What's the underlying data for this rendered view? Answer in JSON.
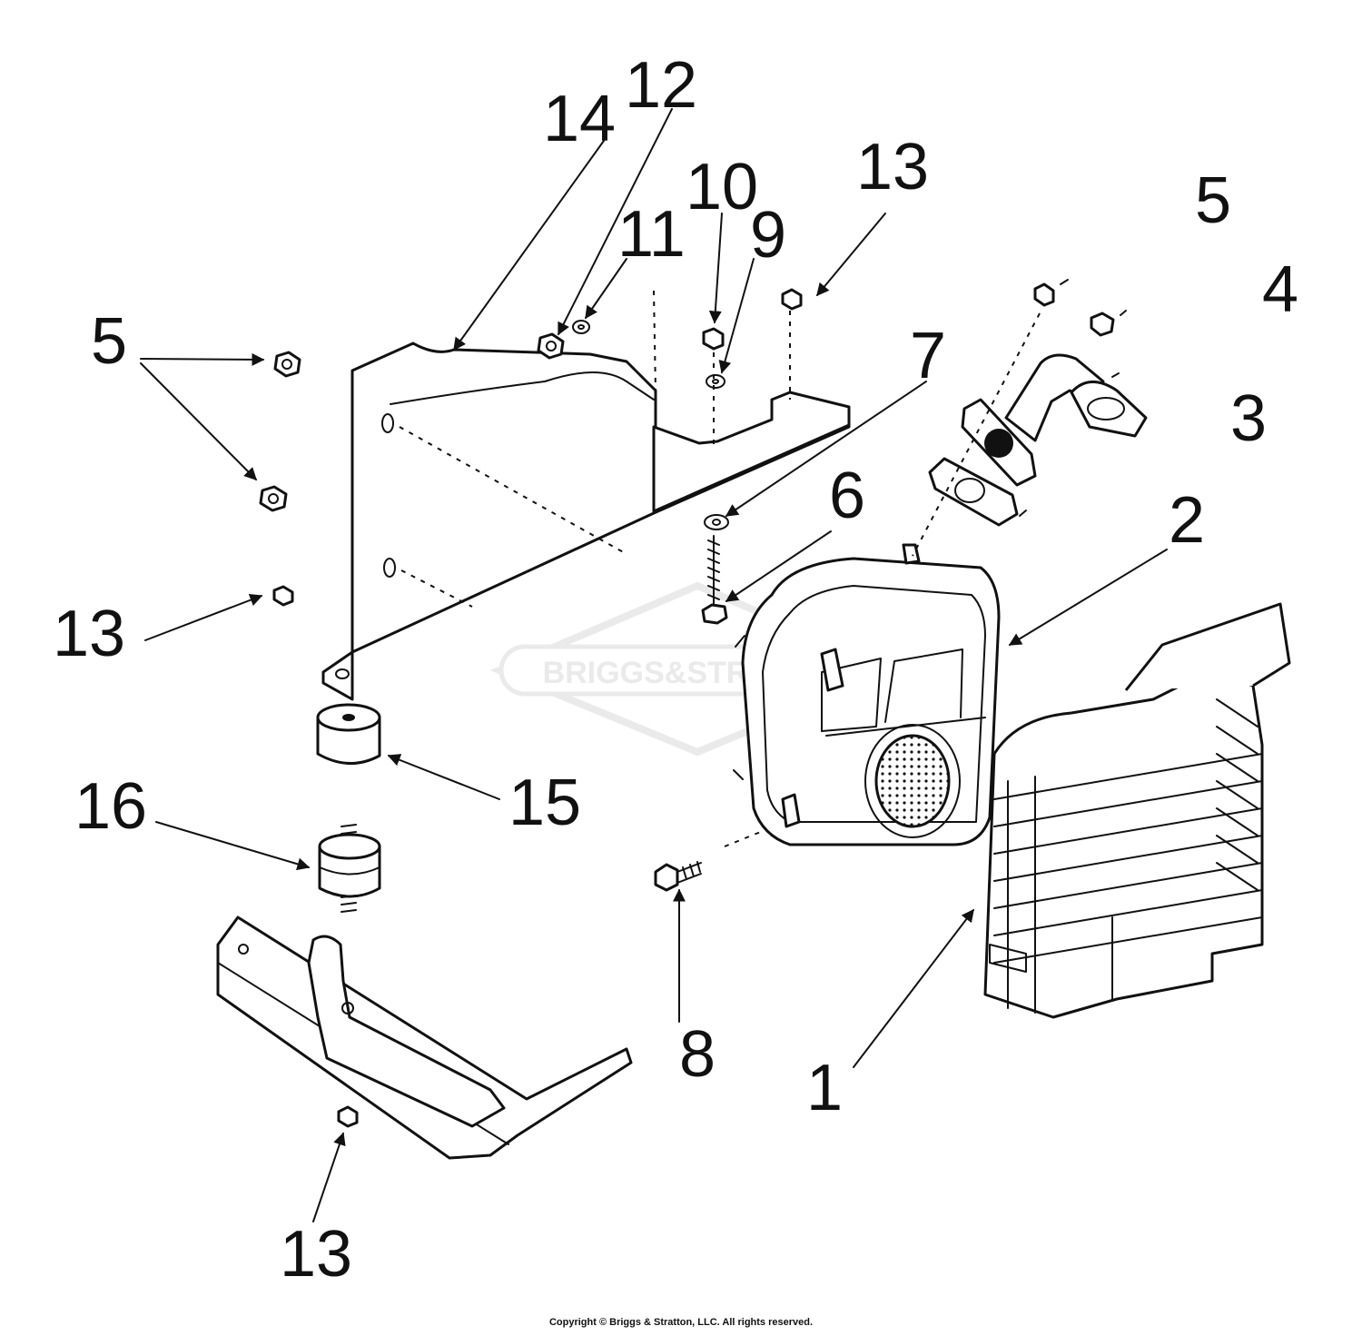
{
  "watermark": {
    "text": "BRIGGS&STRATTON",
    "color": "#d9d9d9"
  },
  "callouts": [
    {
      "id": "c14",
      "label": "14"
    },
    {
      "id": "c12",
      "label": "12"
    },
    {
      "id": "c10",
      "label": "10"
    },
    {
      "id": "c11",
      "label": "11"
    },
    {
      "id": "c9",
      "label": "9"
    },
    {
      "id": "c13a",
      "label": "13"
    },
    {
      "id": "c5a",
      "label": "5"
    },
    {
      "id": "c4",
      "label": "4"
    },
    {
      "id": "c3",
      "label": "3"
    },
    {
      "id": "c5b",
      "label": "5"
    },
    {
      "id": "c7",
      "label": "7"
    },
    {
      "id": "c6",
      "label": "6"
    },
    {
      "id": "c2",
      "label": "2"
    },
    {
      "id": "c13b",
      "label": "13"
    },
    {
      "id": "c15",
      "label": "15"
    },
    {
      "id": "c16",
      "label": "16"
    },
    {
      "id": "c8",
      "label": "8"
    },
    {
      "id": "c1",
      "label": "1"
    },
    {
      "id": "c13c",
      "label": "13"
    }
  ],
  "copyright": "Copyright © Briggs & Stratton, LLC. All rights reserved."
}
